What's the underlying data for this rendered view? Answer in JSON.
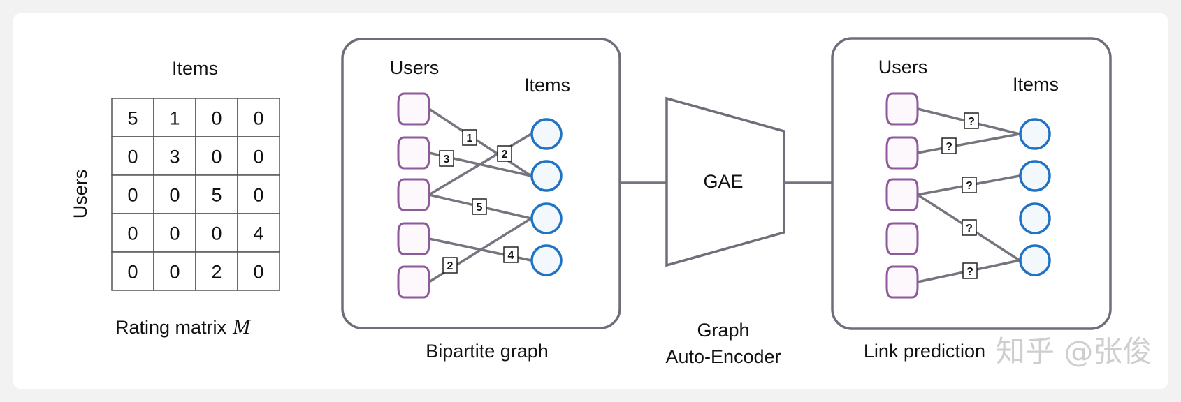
{
  "rating_matrix": {
    "col_label": "Items",
    "row_label": "Users",
    "caption": "Rating matrix",
    "caption_symbol": "M",
    "rows": [
      [
        5,
        1,
        0,
        0
      ],
      [
        0,
        3,
        0,
        0
      ],
      [
        0,
        0,
        5,
        0
      ],
      [
        0,
        0,
        0,
        4
      ],
      [
        0,
        0,
        2,
        0
      ]
    ]
  },
  "bipartite": {
    "users_label": "Users",
    "items_label": "Items",
    "caption": "Bipartite graph",
    "user_count": 5,
    "item_count": 4,
    "edges": [
      {
        "user": 1,
        "item": 2,
        "label": "1"
      },
      {
        "user": 2,
        "item": 2,
        "label": "3"
      },
      {
        "user": 3,
        "item": 1,
        "label": "2"
      },
      {
        "user": 3,
        "item": 3,
        "label": "5"
      },
      {
        "user": 4,
        "item": 4,
        "label": "4"
      },
      {
        "user": 5,
        "item": 3,
        "label": "2"
      }
    ]
  },
  "gae": {
    "label": "GAE",
    "caption_line1": "Graph",
    "caption_line2": "Auto-Encoder"
  },
  "link_prediction": {
    "users_label": "Users",
    "items_label": "Items",
    "caption": "Link prediction",
    "user_count": 5,
    "item_count": 4,
    "edges": [
      {
        "user": 1,
        "item": 1,
        "label": "?"
      },
      {
        "user": 2,
        "item": 1,
        "label": "?"
      },
      {
        "user": 3,
        "item": 2,
        "label": "?"
      },
      {
        "user": 3,
        "item": 4,
        "label": "?"
      },
      {
        "user": 5,
        "item": 4,
        "label": "?"
      }
    ]
  },
  "watermark": "知乎 @张俊",
  "colors": {
    "user_node": "#8e5a9c",
    "item_node": "#1f72c4",
    "edge": "#75757f",
    "frame": "#6e6e7a"
  }
}
